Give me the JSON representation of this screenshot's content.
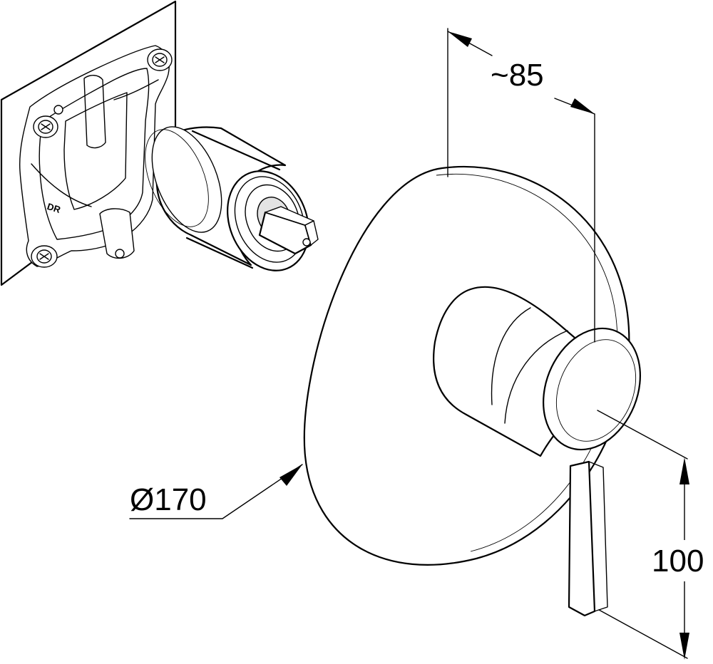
{
  "dimensions": {
    "depth": "~85",
    "diameter": "Ø170",
    "height": "100"
  },
  "stamp": {
    "label": "DR"
  },
  "colors": {
    "line": "#000000",
    "background": "#ffffff",
    "shade": "#e3e3e3"
  }
}
